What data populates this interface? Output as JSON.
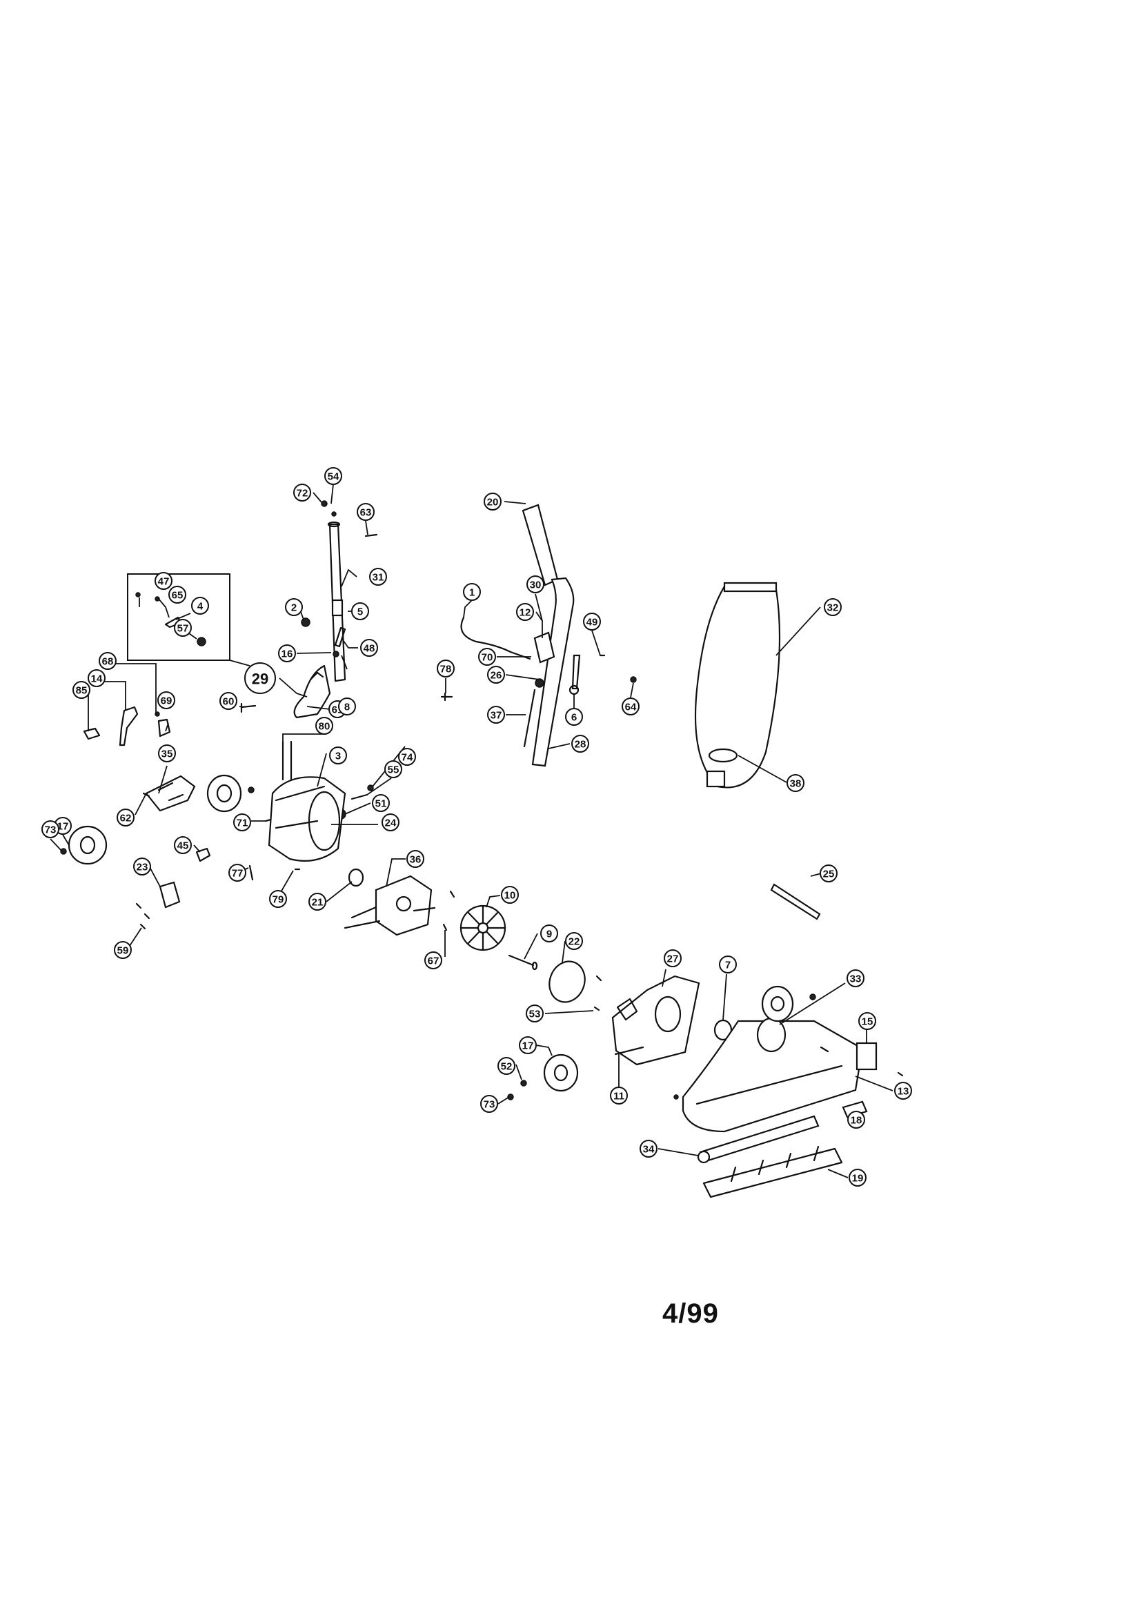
{
  "footer": {
    "date_code": "4/99"
  },
  "callouts": [
    {
      "label": "54"
    },
    {
      "label": "72"
    },
    {
      "label": "63"
    },
    {
      "label": "31"
    },
    {
      "label": "5"
    },
    {
      "label": "2"
    },
    {
      "label": "16"
    },
    {
      "label": "48"
    },
    {
      "label": "61"
    },
    {
      "label": "29"
    },
    {
      "label": "8"
    },
    {
      "label": "47"
    },
    {
      "label": "65"
    },
    {
      "label": "4"
    },
    {
      "label": "57"
    },
    {
      "label": "68"
    },
    {
      "label": "14"
    },
    {
      "label": "85"
    },
    {
      "label": "69"
    },
    {
      "label": "60"
    },
    {
      "label": "80"
    },
    {
      "label": "3"
    },
    {
      "label": "74"
    },
    {
      "label": "55"
    },
    {
      "label": "51"
    },
    {
      "label": "71"
    },
    {
      "label": "24"
    },
    {
      "label": "35"
    },
    {
      "label": "62"
    },
    {
      "label": "17"
    },
    {
      "label": "73"
    },
    {
      "label": "45"
    },
    {
      "label": "77"
    },
    {
      "label": "79"
    },
    {
      "label": "21"
    },
    {
      "label": "36"
    },
    {
      "label": "23"
    },
    {
      "label": "59"
    },
    {
      "label": "20"
    },
    {
      "label": "1"
    },
    {
      "label": "30"
    },
    {
      "label": "12"
    },
    {
      "label": "49"
    },
    {
      "label": "70"
    },
    {
      "label": "78"
    },
    {
      "label": "26"
    },
    {
      "label": "6"
    },
    {
      "label": "64"
    },
    {
      "label": "37"
    },
    {
      "label": "28"
    },
    {
      "label": "32"
    },
    {
      "label": "38"
    },
    {
      "label": "25"
    },
    {
      "label": "10"
    },
    {
      "label": "9"
    },
    {
      "label": "67"
    },
    {
      "label": "22"
    },
    {
      "label": "27"
    },
    {
      "label": "7"
    },
    {
      "label": "33"
    },
    {
      "label": "53"
    },
    {
      "label": "15"
    },
    {
      "label": "17"
    },
    {
      "label": "52"
    },
    {
      "label": "11"
    },
    {
      "label": "73"
    },
    {
      "label": "13"
    },
    {
      "label": "18"
    },
    {
      "label": "34"
    },
    {
      "label": "19"
    }
  ]
}
